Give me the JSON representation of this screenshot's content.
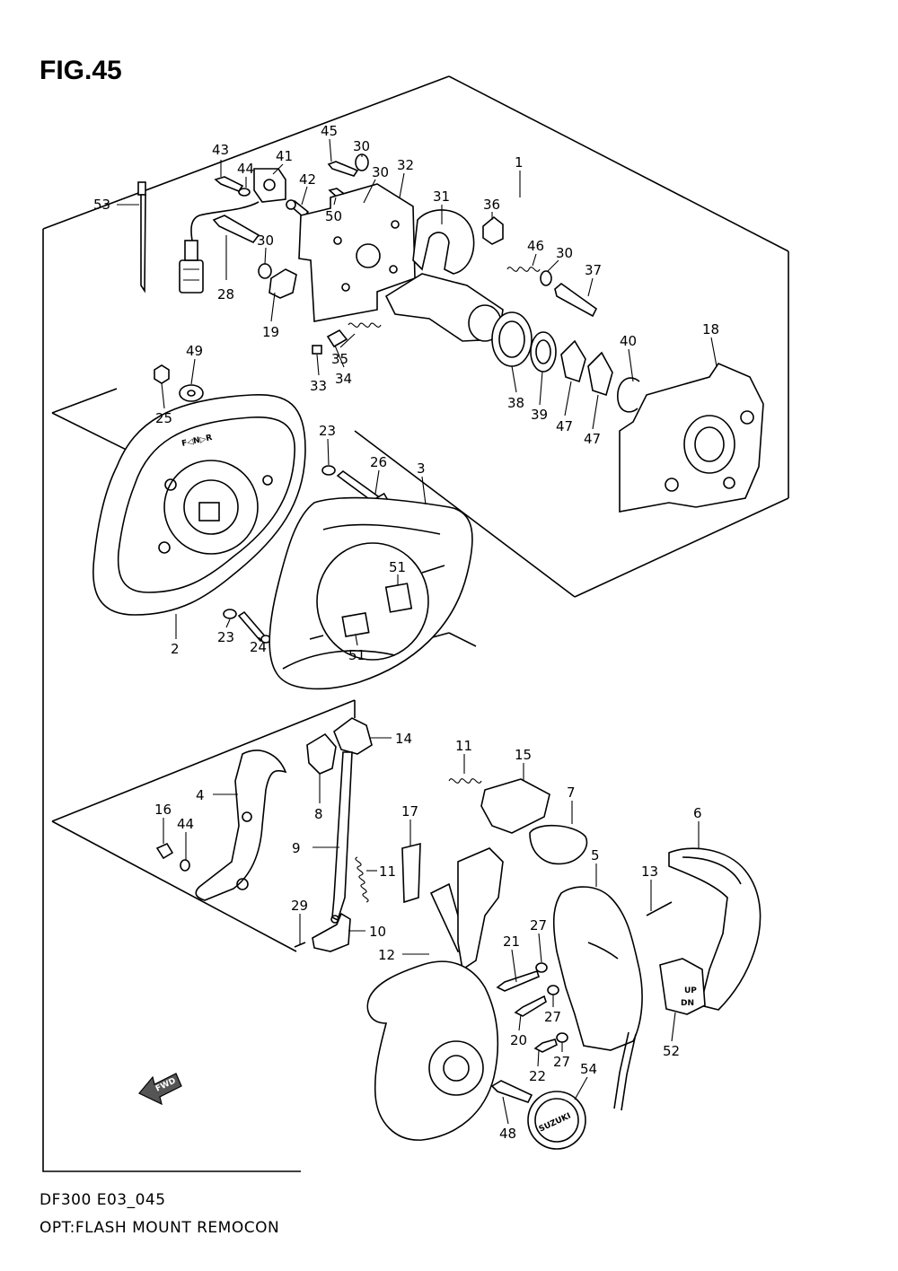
{
  "figure": {
    "title": "FIG.45"
  },
  "footer": {
    "model_code": "DF300 E03_045",
    "subtitle": "OPT:FLASH MOUNT REMOCON"
  },
  "markings": {
    "shift_label": "F◁N▷R",
    "fwd_arrow": "FWD",
    "switch_up": "UP",
    "switch_dn": "DN",
    "badge": "SUZUKI"
  },
  "callouts": [
    {
      "id": "c1",
      "label": "1"
    },
    {
      "id": "c43",
      "label": "43"
    },
    {
      "id": "c44a",
      "label": "44"
    },
    {
      "id": "c41",
      "label": "41"
    },
    {
      "id": "c45",
      "label": "45"
    },
    {
      "id": "c30a",
      "label": "30"
    },
    {
      "id": "c30b",
      "label": "30"
    },
    {
      "id": "c32",
      "label": "32"
    },
    {
      "id": "c42",
      "label": "42"
    },
    {
      "id": "c50",
      "label": "50"
    },
    {
      "id": "c31",
      "label": "31"
    },
    {
      "id": "c36",
      "label": "36"
    },
    {
      "id": "c53",
      "label": "53"
    },
    {
      "id": "c30c",
      "label": "30"
    },
    {
      "id": "c46",
      "label": "46"
    },
    {
      "id": "c30d",
      "label": "30"
    },
    {
      "id": "c37",
      "label": "37"
    },
    {
      "id": "c28",
      "label": "28"
    },
    {
      "id": "c19",
      "label": "19"
    },
    {
      "id": "c35",
      "label": "35"
    },
    {
      "id": "c34",
      "label": "34"
    },
    {
      "id": "c33",
      "label": "33"
    },
    {
      "id": "c18",
      "label": "18"
    },
    {
      "id": "c40",
      "label": "40"
    },
    {
      "id": "c49",
      "label": "49"
    },
    {
      "id": "c25",
      "label": "25"
    },
    {
      "id": "c38",
      "label": "38"
    },
    {
      "id": "c39",
      "label": "39"
    },
    {
      "id": "c47a",
      "label": "47"
    },
    {
      "id": "c47b",
      "label": "47"
    },
    {
      "id": "c23a",
      "label": "23"
    },
    {
      "id": "c26",
      "label": "26"
    },
    {
      "id": "c3",
      "label": "3"
    },
    {
      "id": "c51a",
      "label": "51"
    },
    {
      "id": "c51b",
      "label": "51"
    },
    {
      "id": "c2",
      "label": "2"
    },
    {
      "id": "c23b",
      "label": "23"
    },
    {
      "id": "c24",
      "label": "24"
    },
    {
      "id": "c14",
      "label": "14"
    },
    {
      "id": "c11a",
      "label": "11"
    },
    {
      "id": "c15",
      "label": "15"
    },
    {
      "id": "c4",
      "label": "4"
    },
    {
      "id": "c8",
      "label": "8"
    },
    {
      "id": "c7",
      "label": "7"
    },
    {
      "id": "c6",
      "label": "6"
    },
    {
      "id": "c16",
      "label": "16"
    },
    {
      "id": "c44b",
      "label": "44"
    },
    {
      "id": "c17",
      "label": "17"
    },
    {
      "id": "c9",
      "label": "9"
    },
    {
      "id": "c11b",
      "label": "11"
    },
    {
      "id": "c5",
      "label": "5"
    },
    {
      "id": "c13",
      "label": "13"
    },
    {
      "id": "c29",
      "label": "29"
    },
    {
      "id": "c10",
      "label": "10"
    },
    {
      "id": "c12",
      "label": "12"
    },
    {
      "id": "c27a",
      "label": "27"
    },
    {
      "id": "c21",
      "label": "21"
    },
    {
      "id": "c27b",
      "label": "27"
    },
    {
      "id": "c20",
      "label": "20"
    },
    {
      "id": "c27c",
      "label": "27"
    },
    {
      "id": "c22",
      "label": "22"
    },
    {
      "id": "c52",
      "label": "52"
    },
    {
      "id": "c54",
      "label": "54"
    },
    {
      "id": "c48",
      "label": "48"
    }
  ]
}
